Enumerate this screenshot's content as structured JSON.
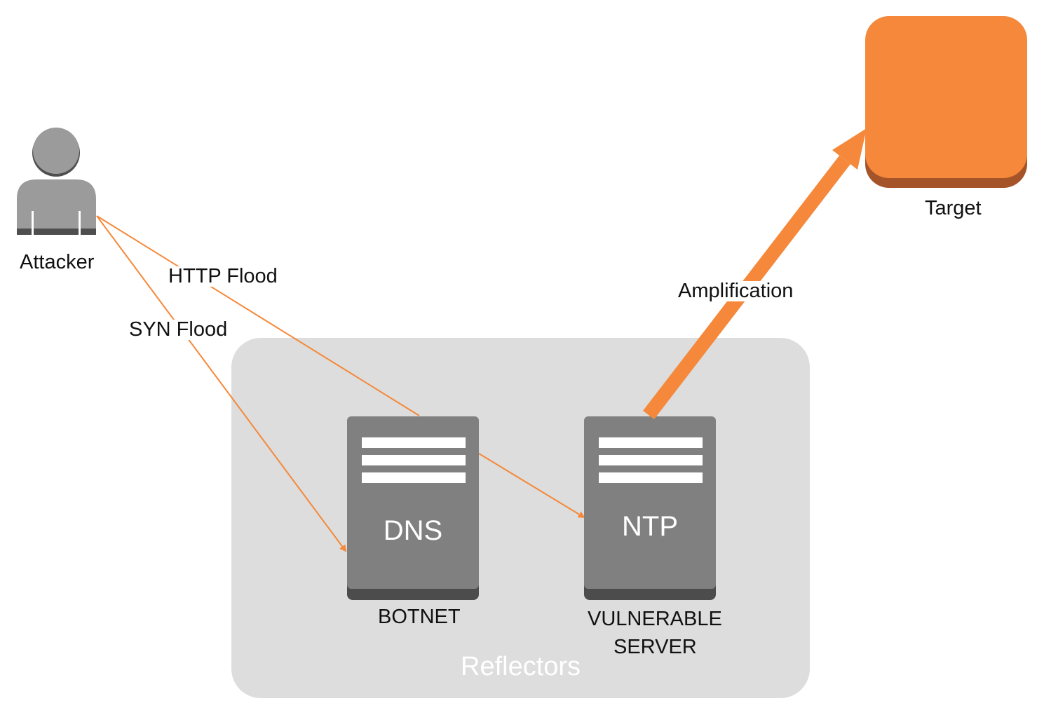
{
  "nodes": {
    "attacker": {
      "label": "Attacker",
      "icon": "user-icon"
    },
    "target": {
      "label": "Target"
    },
    "dns": {
      "label": "DNS",
      "caption": "BOTNET",
      "icon": "server-icon"
    },
    "ntp": {
      "label": "NTP",
      "caption_line1": "VULNERABLE",
      "caption_line2": "SERVER",
      "icon": "server-icon"
    }
  },
  "group": {
    "label": "Reflectors"
  },
  "edges": {
    "http_flood": {
      "label": "HTTP Flood"
    },
    "syn_flood": {
      "label": "SYN Flood"
    },
    "amplification": {
      "label": "Amplification"
    }
  },
  "colors": {
    "accent": "#f5883a",
    "target_shadow": "#a5542a",
    "server": "#7f807f",
    "server_base": "#4c4c4c",
    "group_bg": "#dcdddc",
    "user": "#9b9b9b",
    "user_dark": "#4e4e4e"
  }
}
